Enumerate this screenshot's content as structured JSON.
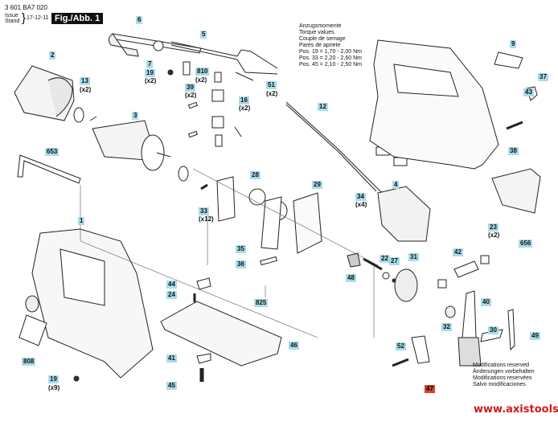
{
  "header": {
    "part_number": "3 601 BA7 020",
    "issue_label": "Issue",
    "stand_label": "Stand",
    "issue_date": "17-12-11",
    "figure_title": "Fig./Abb. 1"
  },
  "torque_values": {
    "lines": [
      "Anzugsmomente",
      "Torque values",
      "Couple de serrage",
      "Pares de apriete",
      "Pos. 19 = 1,70 - 2,00 Nm",
      "Pos. 33 = 2,20 - 2,60 Nm",
      "Pos. 45 = 2,10 - 2,50 Nm"
    ]
  },
  "modifications": {
    "lines": [
      "Modifications reserved",
      "Änderungen vorbehalten",
      "Modifications reservées",
      "Salvo modificaciones"
    ]
  },
  "website": "www.axistools.ru",
  "colors": {
    "label_bg": "#a9dceb",
    "highlight_label_bg": "#d9402a",
    "website_color": "#d11a1a"
  },
  "parts": [
    {
      "id": "6",
      "qty": ""
    },
    {
      "id": "5",
      "qty": ""
    },
    {
      "id": "2",
      "qty": ""
    },
    {
      "id": "7",
      "qty": ""
    },
    {
      "id": "19a",
      "label": "19",
      "qty": "(x2)"
    },
    {
      "id": "810",
      "qty": "(x2)"
    },
    {
      "id": "51",
      "qty": "(x2)"
    },
    {
      "id": "13",
      "qty": "(x2)"
    },
    {
      "id": "39",
      "qty": "(x2)"
    },
    {
      "id": "16",
      "qty": "(x2)"
    },
    {
      "id": "3",
      "qty": ""
    },
    {
      "id": "12",
      "qty": ""
    },
    {
      "id": "9",
      "qty": ""
    },
    {
      "id": "37",
      "qty": ""
    },
    {
      "id": "43",
      "qty": ""
    },
    {
      "id": "38",
      "qty": ""
    },
    {
      "id": "653",
      "qty": ""
    },
    {
      "id": "28",
      "qty": ""
    },
    {
      "id": "29",
      "qty": ""
    },
    {
      "id": "33",
      "qty": "(x12)"
    },
    {
      "id": "4",
      "qty": ""
    },
    {
      "id": "34",
      "qty": "(x4)"
    },
    {
      "id": "656",
      "qty": ""
    },
    {
      "id": "23",
      "qty": "(x2)"
    },
    {
      "id": "1",
      "qty": ""
    },
    {
      "id": "35",
      "qty": ""
    },
    {
      "id": "36",
      "qty": ""
    },
    {
      "id": "22",
      "qty": ""
    },
    {
      "id": "27",
      "qty": ""
    },
    {
      "id": "31",
      "qty": ""
    },
    {
      "id": "42",
      "qty": ""
    },
    {
      "id": "48",
      "qty": ""
    },
    {
      "id": "44",
      "qty": ""
    },
    {
      "id": "24",
      "qty": ""
    },
    {
      "id": "825",
      "qty": ""
    },
    {
      "id": "40",
      "qty": ""
    },
    {
      "id": "32",
      "qty": ""
    },
    {
      "id": "30",
      "qty": ""
    },
    {
      "id": "49",
      "qty": ""
    },
    {
      "id": "46",
      "qty": ""
    },
    {
      "id": "808",
      "qty": ""
    },
    {
      "id": "41",
      "qty": ""
    },
    {
      "id": "52",
      "qty": ""
    },
    {
      "id": "19b",
      "label": "19",
      "qty": "(x9)"
    },
    {
      "id": "45",
      "qty": ""
    },
    {
      "id": "47",
      "qty": "",
      "highlight": true
    }
  ],
  "labels": {
    "p6": "6",
    "p5": "5",
    "p2": "2",
    "p7": "7",
    "p19a": "19",
    "p810": "810",
    "p51": "51",
    "p13": "13",
    "p39": "39",
    "p16": "16",
    "p3": "3",
    "p12": "12",
    "p9": "9",
    "p37": "37",
    "p43": "43",
    "p38": "38",
    "p653": "653",
    "p28": "28",
    "p29": "29",
    "p33": "33",
    "p4": "4",
    "p34": "34",
    "p656": "656",
    "p23": "23",
    "p1": "1",
    "p35": "35",
    "p36": "36",
    "p22": "22",
    "p27": "27",
    "p31": "31",
    "p42": "42",
    "p48": "48",
    "p44": "44",
    "p24": "24",
    "p825": "825",
    "p40": "40",
    "p32": "32",
    "p30": "30",
    "p49": "49",
    "p46": "46",
    "p808": "808",
    "p41": "41",
    "p52": "52",
    "p19b": "19",
    "p45": "45",
    "p47": "47"
  },
  "qtys": {
    "q19a": "(x2)",
    "q810": "(x2)",
    "q51": "(x2)",
    "q13": "(x2)",
    "q39": "(x2)",
    "q16": "(x2)",
    "q33": "(x12)",
    "q34": "(x4)",
    "q23": "(x2)",
    "q19b": "(x9)"
  }
}
